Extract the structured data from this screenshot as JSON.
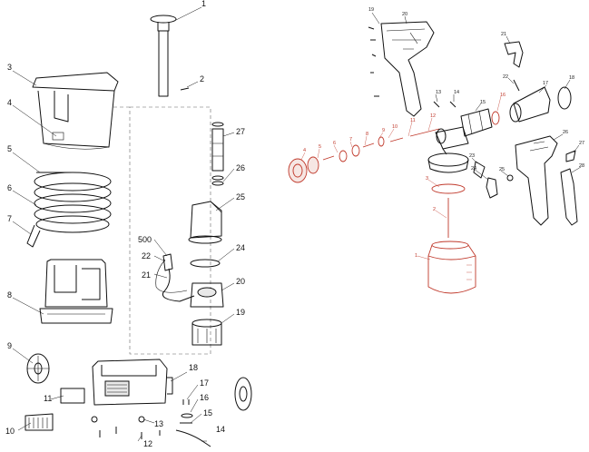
{
  "left_labels": [
    "1",
    "2",
    "3",
    "4",
    "5",
    "6",
    "7",
    "8",
    "9",
    "10",
    "11",
    "12",
    "13",
    "14",
    "15",
    "16",
    "17",
    "18",
    "19",
    "20",
    "21",
    "22",
    "24",
    "25",
    "26",
    "27",
    "500"
  ],
  "right_labels": [
    "19",
    "20",
    "21",
    "22",
    "18",
    "17",
    "13",
    "14",
    "15",
    "16",
    "12",
    "11",
    "10",
    "9",
    "8",
    "7",
    "6",
    "5",
    "4",
    "3",
    "2",
    "1",
    "23",
    "24",
    "25",
    "26",
    "27",
    "28"
  ],
  "colors": {
    "line": "#111111",
    "highlight": "#c0392b"
  }
}
